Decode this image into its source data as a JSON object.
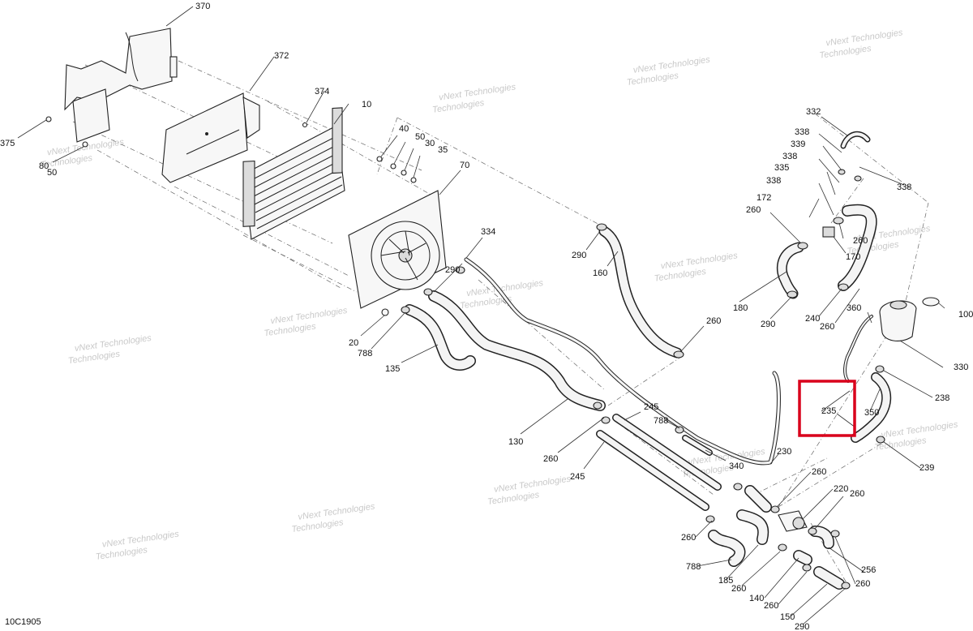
{
  "diagram": {
    "code": "10C1905",
    "watermark_lines": [
      "vNext Technologies",
      "Technologies"
    ],
    "highlight_color": "#d9001b",
    "callouts": {
      "c370": "370",
      "c372": "372",
      "c374": "374",
      "c10": "10",
      "c375": "375",
      "c80": "80",
      "c50a": "50",
      "c40": "40",
      "c50b": "50",
      "c30": "30",
      "c35": "35",
      "c70": "70",
      "c334": "334",
      "c290a": "290",
      "c290b": "290",
      "c160": "160",
      "c20": "20",
      "c788a": "788",
      "c135": "135",
      "c260a": "260",
      "c130": "130",
      "c260b": "260",
      "c245a": "245",
      "c245b": "245",
      "c788b": "788",
      "c340": "340",
      "c230": "230",
      "c332": "332",
      "c338a": "338",
      "c339": "339",
      "c338b": "338",
      "c335": "335",
      "c338c": "338",
      "c338d": "338",
      "c172": "172",
      "c260c": "260",
      "c260d": "260",
      "c170": "170",
      "c180": "180",
      "c290c": "290",
      "c240": "240",
      "c260e": "260",
      "c360": "360",
      "c100": "100",
      "c330": "330",
      "c238": "238",
      "c235": "235",
      "c350": "350",
      "c239": "239",
      "c260f": "260",
      "c220": "220",
      "c260g": "260",
      "c260h": "260",
      "c788c": "788",
      "c185": "185",
      "c260i": "260",
      "c140": "140",
      "c260j": "260",
      "c256": "256",
      "c260k": "260",
      "c150": "150",
      "c290d": "290"
    }
  }
}
